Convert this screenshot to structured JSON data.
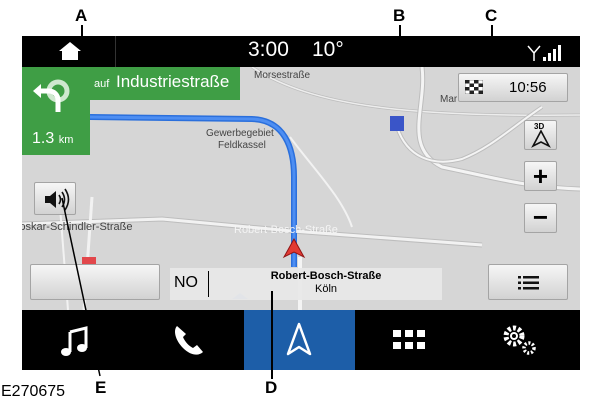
{
  "callouts": {
    "a": "A",
    "b": "B",
    "c": "C",
    "d": "D",
    "e": "E"
  },
  "figure_code": "E270675",
  "status_bar": {
    "time": "3:00",
    "temperature": "10°",
    "home_icon": "home-icon",
    "signal_icon": "signal-bars-icon"
  },
  "guidance": {
    "prefix": "auf",
    "street": "Industriestraße",
    "distance_value": "1.3",
    "distance_unit": "km",
    "turn_icon": "roundabout-turn-left-icon"
  },
  "map_labels": {
    "morsestrasse": "Morsestraße",
    "mar": "Mar",
    "gewerbegebiet_1": "Gewerbegebiet",
    "gewerbegebiet_2": "Feldkassel",
    "oskar": "ɔskar-Schindler-Straße",
    "robert_bosch": "Robert-Bosch-Straße"
  },
  "controls": {
    "eta": "10:56",
    "view_3d": "3D",
    "zoom_in": "+",
    "zoom_out": "−"
  },
  "next_road": {
    "direction": "NO",
    "street": "Robert-Bosch-Straße",
    "city": "Köln"
  },
  "bottom_tabs": [
    {
      "icon": "music-note-icon"
    },
    {
      "icon": "phone-icon"
    },
    {
      "icon": "navigation-arrow-icon",
      "active": true
    },
    {
      "icon": "apps-grid-icon"
    },
    {
      "icon": "settings-gears-icon"
    }
  ],
  "colors": {
    "guidance_green": "#3f9e45",
    "active_tab": "#1d5ea8",
    "route_blue": "#2a6fdc"
  }
}
